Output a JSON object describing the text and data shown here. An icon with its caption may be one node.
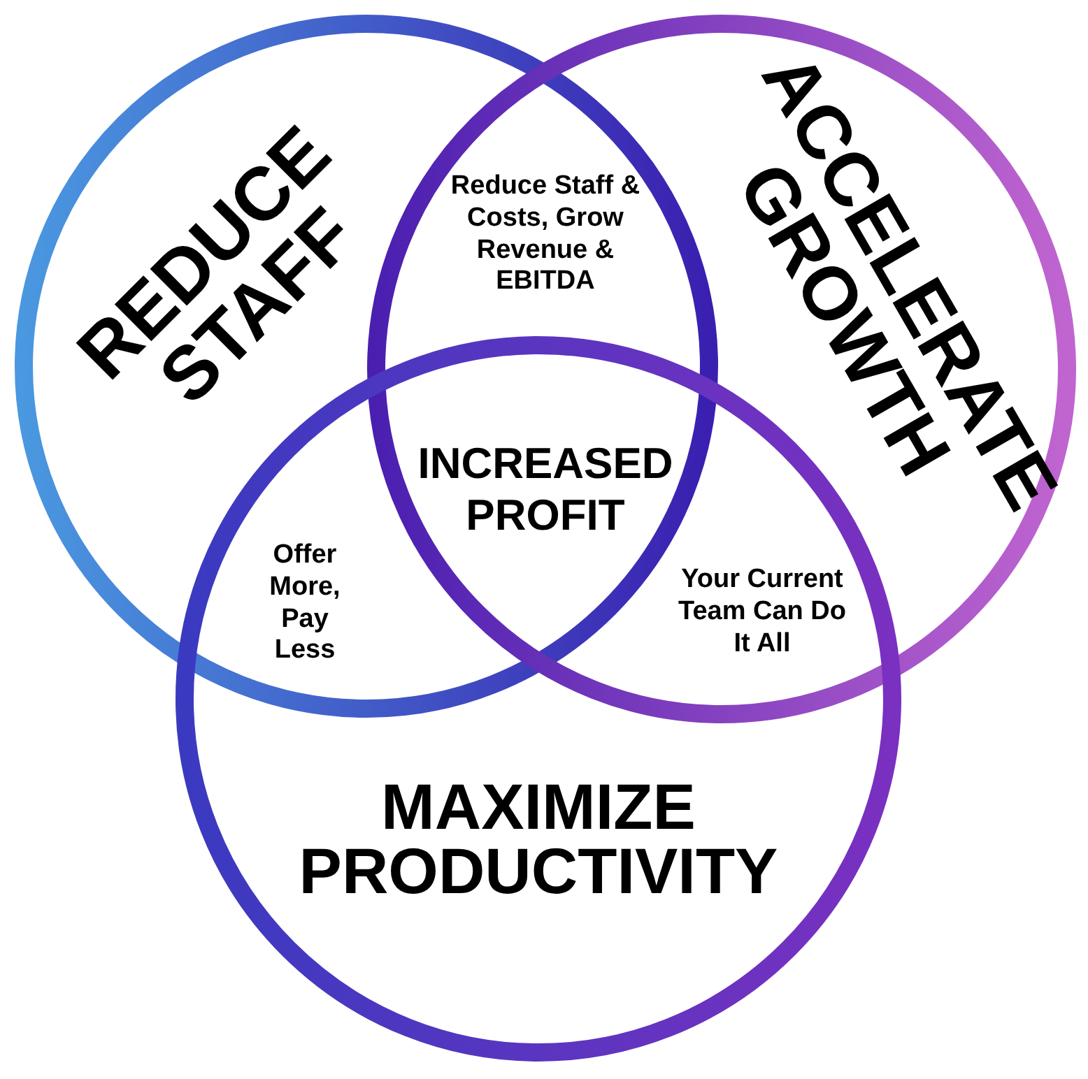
{
  "diagram": {
    "nodes": [
      {
        "text": [
          "REDUCE STAFF"
        ]
      },
      {
        "text": [
          "ACCELERATE GROWTH"
        ]
      },
      {
        "text": [
          "MAXIMIZE PRODUCTIVITY"
        ]
      }
    ],
    "labels": [
      "Reduce Staff & Costs, Grow Revenue & EBITDA",
      "INCREASED PROFIT",
      "Offer More, Pay Less",
      "Your Current Team Can Do It All"
    ]
  }
}
